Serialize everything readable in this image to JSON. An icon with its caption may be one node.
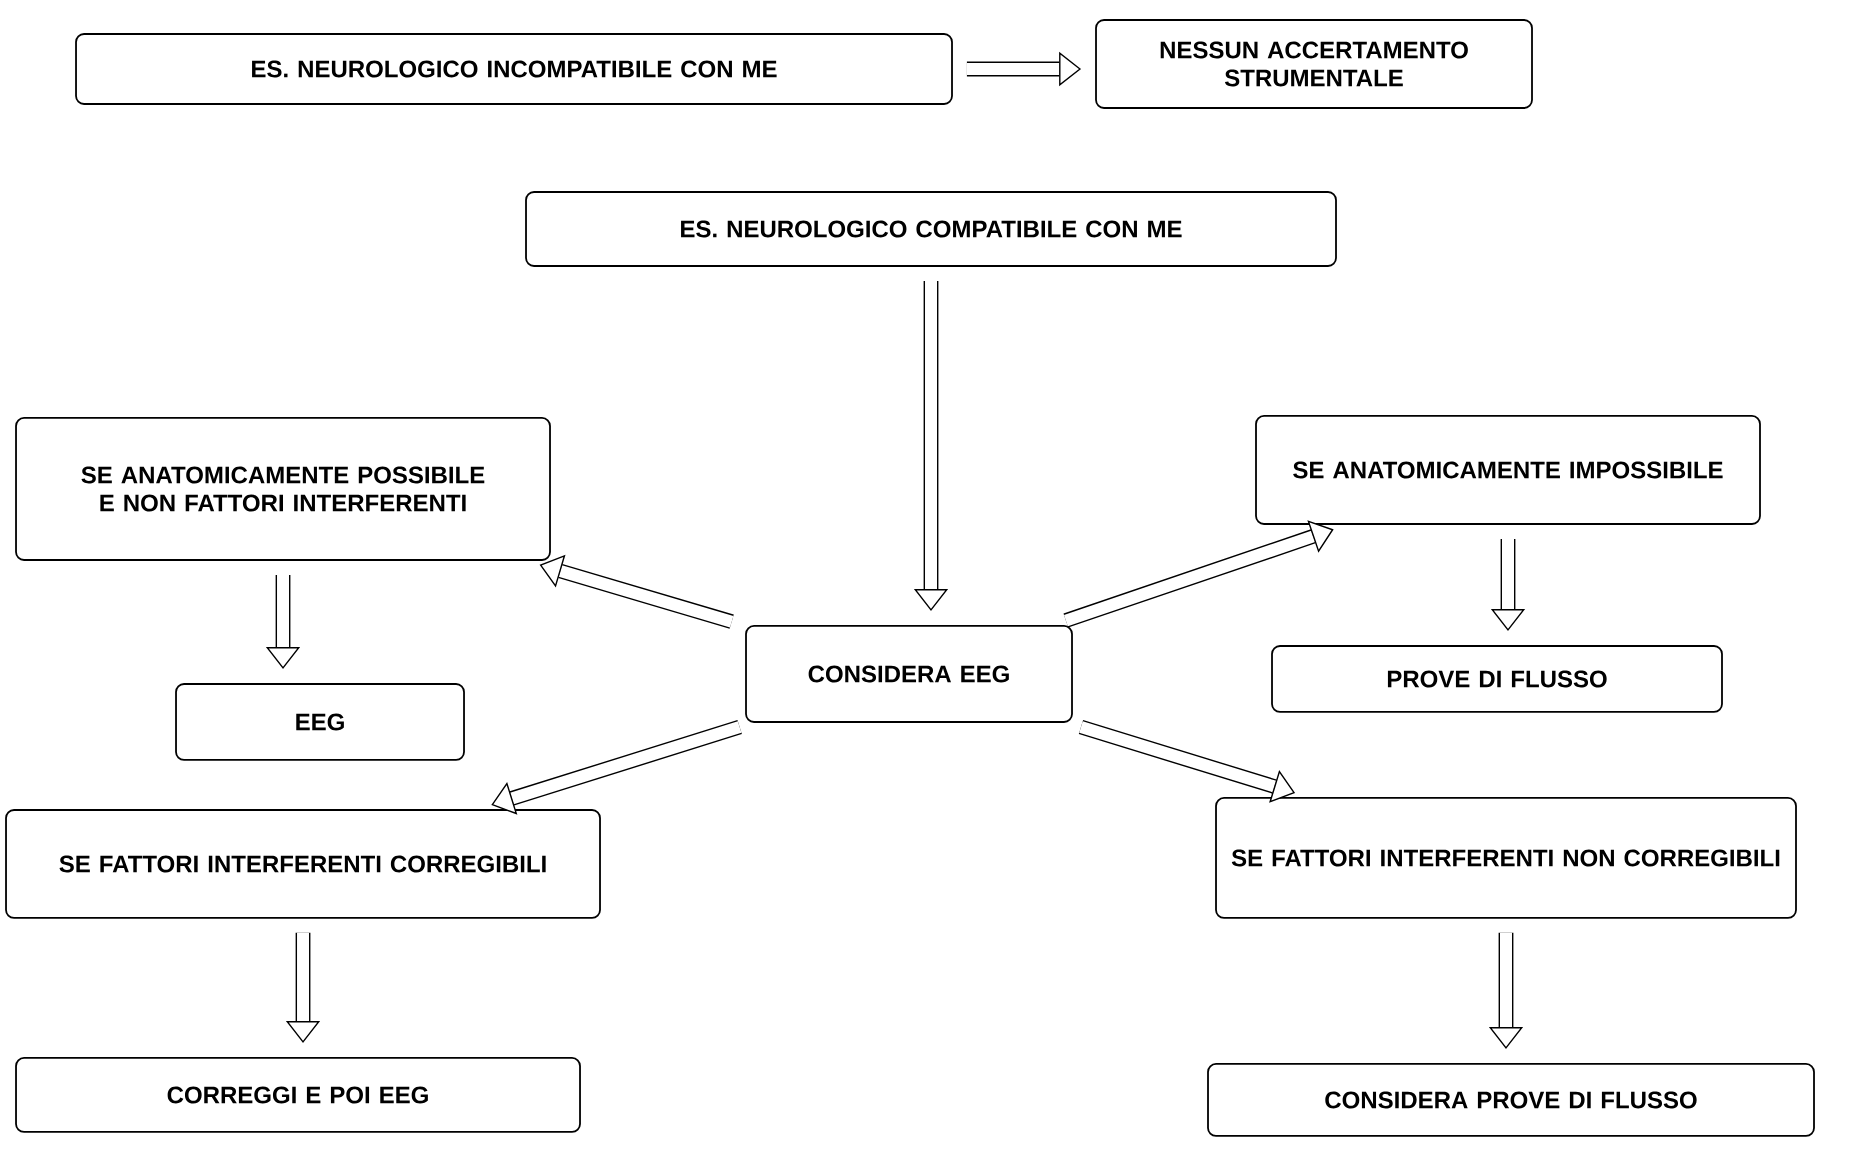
{
  "diagram": {
    "nodes": [
      {
        "text": [
          "ES. NEUROLOGICO INCOMPATIBILE CON ME"
        ]
      },
      {
        "text": [
          "NESSUN ACCERTAMENTO STRUMENTALE"
        ]
      },
      {
        "text": [
          "ES. NEUROLOGICO COMPATIBILE CON ME"
        ]
      },
      {
        "text": [
          "CONSIDERA EEG"
        ]
      },
      {
        "text": [
          "SE ANATOMICAMENTE POSSIBILE E NON FATTORI INTERFERENTI"
        ]
      },
      {
        "text": [
          "EEG"
        ]
      },
      {
        "text": [
          "SE ANATOMICAMENTE IMPOSSIBILE"
        ]
      },
      {
        "text": [
          "PROVE DI FLUSSO"
        ]
      },
      {
        "text": [
          "SE FATTORI INTERFERENTI CORREGIBILI"
        ]
      },
      {
        "text": [
          "CORREGGI E POI EEG"
        ]
      },
      {
        "text": [
          "SE FATTORI INTERFERENTI NON CORREGIBILI"
        ]
      },
      {
        "text": [
          "CONSIDERA PROVE DI FLUSSO"
        ]
      }
    ],
    "edges": [
      {
        "from": 0,
        "to": 1,
        "arrow": "to"
      },
      {
        "from": 2,
        "to": 3,
        "arrow": "to"
      },
      {
        "from": 3,
        "to": 4,
        "arrow": "to"
      },
      {
        "from": 4,
        "to": 5,
        "arrow": "to"
      },
      {
        "from": 3,
        "to": 6,
        "arrow": "to"
      },
      {
        "from": 6,
        "to": 7,
        "arrow": "to"
      },
      {
        "from": 3,
        "to": 8,
        "arrow": "to"
      },
      {
        "from": 8,
        "to": 9,
        "arrow": "to"
      },
      {
        "from": 3,
        "to": 10,
        "arrow": "to"
      },
      {
        "from": 10,
        "to": 11,
        "arrow": "to"
      }
    ]
  }
}
